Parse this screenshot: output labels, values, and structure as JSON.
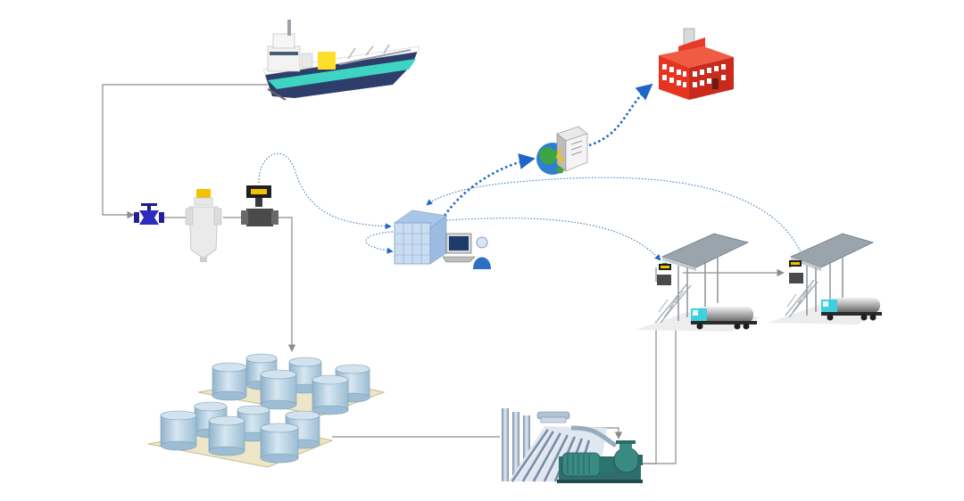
{
  "diagram": {
    "nodes": [
      {
        "id": "tanker-ship",
        "kind": "ship"
      },
      {
        "id": "inlet-valve",
        "kind": "valve"
      },
      {
        "id": "strainer-filter",
        "kind": "filter"
      },
      {
        "id": "flow-meter",
        "kind": "meter"
      },
      {
        "id": "control-system",
        "kind": "server-with-operator"
      },
      {
        "id": "internet-server",
        "kind": "globe-server"
      },
      {
        "id": "head-office",
        "kind": "building"
      },
      {
        "id": "loading-bay-1",
        "kind": "truck-loading-rack"
      },
      {
        "id": "loading-bay-2",
        "kind": "truck-loading-rack"
      },
      {
        "id": "tank-farm",
        "kind": "storage-tanks"
      },
      {
        "id": "pump-station",
        "kind": "pump-manifold"
      }
    ],
    "pipe_links": [
      [
        "tanker-ship",
        "inlet-valve"
      ],
      [
        "inlet-valve",
        "strainer-filter"
      ],
      [
        "strainer-filter",
        "flow-meter"
      ],
      [
        "flow-meter",
        "tank-farm"
      ],
      [
        "tank-farm",
        "pump-station"
      ],
      [
        "pump-station",
        "loading-bay-1"
      ],
      [
        "loading-bay-1",
        "loading-bay-2"
      ]
    ],
    "data_links": [
      [
        "flow-meter",
        "control-system"
      ],
      [
        "control-system",
        "loading-bay-1"
      ],
      [
        "control-system",
        "loading-bay-2"
      ],
      [
        "control-system",
        "internet-server"
      ],
      [
        "internet-server",
        "head-office"
      ]
    ],
    "colors": {
      "pipe": "#8c8c8c",
      "data_link": "#2f6db5",
      "network_link": "#1f66c9",
      "tank": "#b7d2e4",
      "building": "#e53422",
      "server": "#c9dcf0",
      "truck_cab": "#3fd0e0"
    }
  }
}
